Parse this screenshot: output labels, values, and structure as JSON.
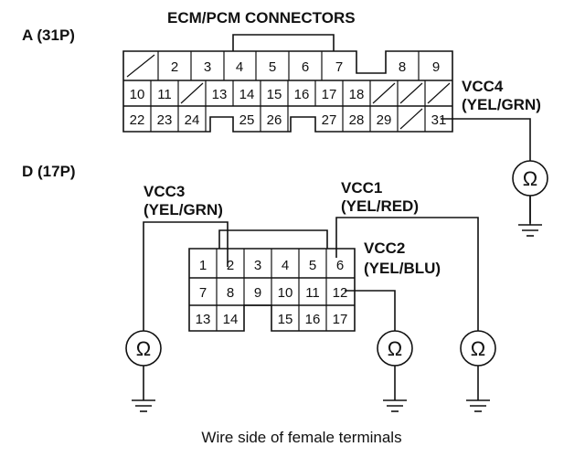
{
  "title": "ECM/PCM CONNECTORS",
  "connector_a": {
    "label": "A (31P)",
    "row1": [
      "",
      "2",
      "3",
      "4",
      "5",
      "6",
      "7",
      "",
      "8",
      "9"
    ],
    "row2": [
      "10",
      "11",
      "",
      "13",
      "14",
      "15",
      "16",
      "17",
      "18",
      "",
      "",
      ""
    ],
    "row3": [
      "22",
      "23",
      "24",
      "",
      "25",
      "26",
      "",
      "27",
      "28",
      "29",
      "",
      "31"
    ],
    "vcc4": {
      "name": "VCC4",
      "wire": "(YEL/GRN)"
    }
  },
  "connector_d": {
    "label": "D (17P)",
    "row1": [
      "1",
      "2",
      "3",
      "4",
      "5",
      "6"
    ],
    "row2": [
      "7",
      "8",
      "9",
      "10",
      "11",
      "12"
    ],
    "row3": [
      "13",
      "14",
      "",
      "15",
      "16",
      "17"
    ],
    "vcc1": {
      "name": "VCC1",
      "wire": "(YEL/RED)"
    },
    "vcc2": {
      "name": "VCC2",
      "wire": "(YEL/BLU)"
    },
    "vcc3": {
      "name": "VCC3",
      "wire": "(YEL/GRN)"
    }
  },
  "ohm_symbol": "Ω",
  "icons": [
    "ohmmeter-icon",
    "ground-icon"
  ],
  "caption": "Wire side of female terminals"
}
